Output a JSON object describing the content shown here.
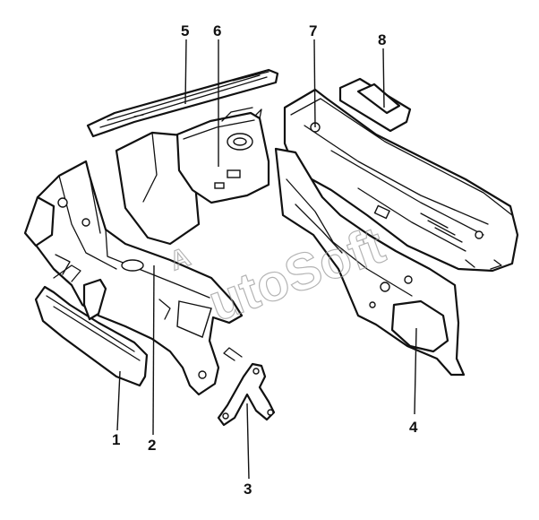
{
  "diagram": {
    "watermark": {
      "prefix": "A",
      "text": "utoSoft"
    },
    "callouts": [
      {
        "id": "1",
        "label": "1"
      },
      {
        "id": "2",
        "label": "2"
      },
      {
        "id": "3",
        "label": "3"
      },
      {
        "id": "4",
        "label": "4"
      },
      {
        "id": "5",
        "label": "5"
      },
      {
        "id": "6",
        "label": "6"
      },
      {
        "id": "7",
        "label": "7"
      },
      {
        "id": "8",
        "label": "8"
      }
    ],
    "colors": {
      "line": "#111111",
      "background": "#ffffff",
      "watermark": "#9a9a9a",
      "hatch": "#333333"
    }
  }
}
